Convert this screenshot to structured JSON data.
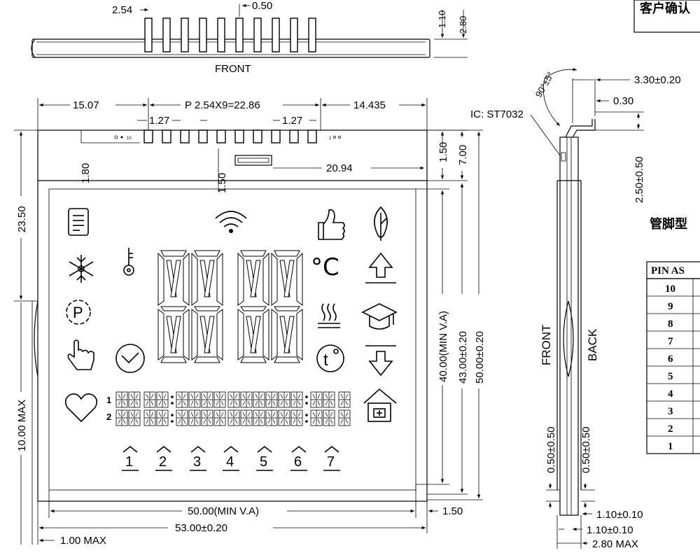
{
  "header": {
    "confirm_label": "客户确认",
    "pin_def_title": "管脚型",
    "pin_table_header": "PIN AS"
  },
  "front_view": {
    "label": "FRONT",
    "pitch": "2.54",
    "pin_width": "0.50",
    "dim_1_10": "1.10",
    "dim_2_80": "2.80"
  },
  "main_view": {
    "left_margin": "15.07",
    "pin_pitch": "P 2.54X9=22.86",
    "right_margin": "14.435",
    "gap_a": "1.27",
    "gap_b": "1.27",
    "pin_label_left": "10",
    "pin_label_right": "1",
    "dim_1_80": "1.80",
    "dim_1_50_a": "1.50",
    "dim_1_50_b": "1.50",
    "dim_7_00": "7.00",
    "dim_20_94": "20.94",
    "dim_23_50": "23.50",
    "dim_10_00_max": "10.00 MAX",
    "dim_40_00": "40.00(MIN V.A)",
    "dim_43_00": "43.00±0.20",
    "dim_50_00_height": "50.00±0.20",
    "dim_50_00_width": "50.00(MIN V.A)",
    "dim_53_00": "53.00±0.20",
    "dim_1_50_right": "1.50",
    "dim_1_00_max": "1.00 MAX",
    "unit_celsius": "°C",
    "row_1": "1",
    "row_2": "2",
    "zones": [
      "1",
      "2",
      "3",
      "4",
      "5",
      "6",
      "7"
    ]
  },
  "side_view": {
    "angle": "90°±5°",
    "ic_label": "IC: ST7032",
    "dim_3_30": "3.30±0.20",
    "dim_0_30": "0.30",
    "dim_2_50": "2.50±0.50",
    "front_label": "FRONT",
    "back_label": "BACK",
    "dim_0_50_left": "0.50±0.50",
    "dim_0_50_right": "0.50±0.50",
    "dim_1_10_a": "1.10±0.10",
    "dim_1_10_b": "1.10±0.10",
    "dim_2_80_max": "2.80 MAX"
  },
  "pin_table": {
    "pins": [
      "10",
      "9",
      "8",
      "7",
      "6",
      "5",
      "4",
      "3",
      "2",
      "1"
    ]
  },
  "icons": [
    "document-icon",
    "wifi-icon",
    "thumbs-up-icon",
    "leaf-icon",
    "snowflake-icon",
    "key-icon",
    "up-arrow-icon",
    "parking-icon",
    "heat-icon",
    "graduation-cap-icon",
    "hand-pointer-icon",
    "clock-icon",
    "timer-icon",
    "down-arrow-icon",
    "heart-icon",
    "home-icon"
  ]
}
